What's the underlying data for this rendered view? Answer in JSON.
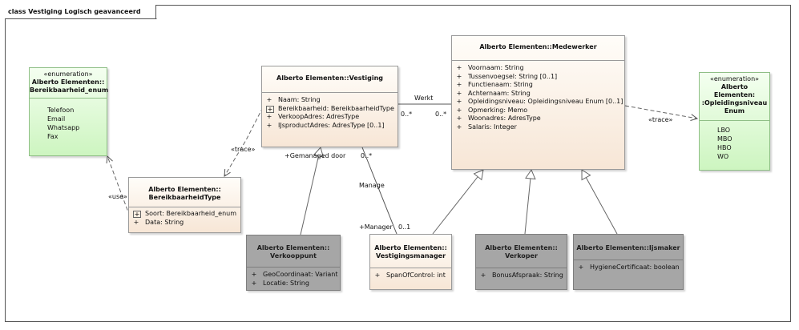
{
  "frame": {
    "title": "class Vestiging Logisch geavanceerd"
  },
  "classes": {
    "bereikbaarheid_enum": {
      "stereotype": "«enumeration»",
      "name_line1": "Alberto Elementen::",
      "name_line2": "Bereikbaarheid_enum",
      "literals": [
        "Telefoon",
        "Email",
        "Whatsapp",
        "Fax"
      ]
    },
    "vestiging": {
      "name": "Alberto Elementen::Vestiging",
      "attributes": [
        {
          "vis": "+",
          "text": "Naam: String"
        },
        {
          "vis": "+",
          "text": "Bereikbaarheid: BereikbaarheidType"
        },
        {
          "vis": "+",
          "text": "VerkoopAdres: AdresType"
        },
        {
          "vis": "+",
          "text": "IJsproductAdres: AdresType [0..1]"
        }
      ]
    },
    "medewerker": {
      "name": "Alberto Elementen::Medewerker",
      "attributes": [
        {
          "vis": "+",
          "text": "Voornaam: String"
        },
        {
          "vis": "+",
          "text": "Tussenvoegsel: String [0..1]"
        },
        {
          "vis": "+",
          "text": "Functienaam: String"
        },
        {
          "vis": "+",
          "text": "Achternaam: String"
        },
        {
          "vis": "+",
          "text": "Opleidingsniveau: Opleidingsniveau Enum [0..1]"
        },
        {
          "vis": "+",
          "text": "Opmerking: Memo"
        },
        {
          "vis": "+",
          "text": "Woonadres: AdresType"
        },
        {
          "vis": "+",
          "text": "Salaris: Integer"
        }
      ]
    },
    "opleidingsniveau_enum": {
      "stereotype": "«enumeration»",
      "name_line1": "Alberto Elementen:",
      "name_line2": ":Opleidingsniveau",
      "name_line3": "Enum",
      "literals": [
        "LBO",
        "MBO",
        "HBO",
        "WO"
      ]
    },
    "bereikbaarheidtype": {
      "name_line1": "Alberto Elementen::",
      "name_line2": "BereikbaarheidType",
      "attributes": [
        {
          "vis": "+",
          "text": "Soort: Bereikbaarheid_enum"
        },
        {
          "vis": "+",
          "text": "Data: String"
        }
      ]
    },
    "verkooppunt": {
      "name_line1": "Alberto Elementen::",
      "name_line2": "Verkooppunt",
      "attributes": [
        {
          "vis": "+",
          "text": "GeoCoordinaat: Variant"
        },
        {
          "vis": "+",
          "text": "Locatie: String"
        }
      ]
    },
    "vestigingsmanager": {
      "name_line1": "Alberto Elementen::",
      "name_line2": "Vestigingsmanager",
      "attributes": [
        {
          "vis": "+",
          "text": "SpanOfControl: int"
        }
      ]
    },
    "verkoper": {
      "name_line1": "Alberto Elementen::",
      "name_line2": "Verkoper",
      "attributes": [
        {
          "vis": "+",
          "text": "BonusAfspraak: String"
        }
      ]
    },
    "ijsmaker": {
      "name": "Alberto Elementen::Ijsmaker",
      "attributes": [
        {
          "vis": "+",
          "text": "HygieneCertificaat: boolean"
        }
      ]
    }
  },
  "connector_labels": {
    "werkt": "Werkt",
    "werkt_mult_left": "0..*",
    "werkt_mult_right": "0..*",
    "trace_left": "«trace»",
    "trace_right": "«trace»",
    "use": "«use»",
    "gemanaged_door": "+Gemanaged door",
    "manage_mult_top": "0..*",
    "manage": "Manage",
    "manager": "+Manager",
    "manager_mult": "0..1"
  }
}
